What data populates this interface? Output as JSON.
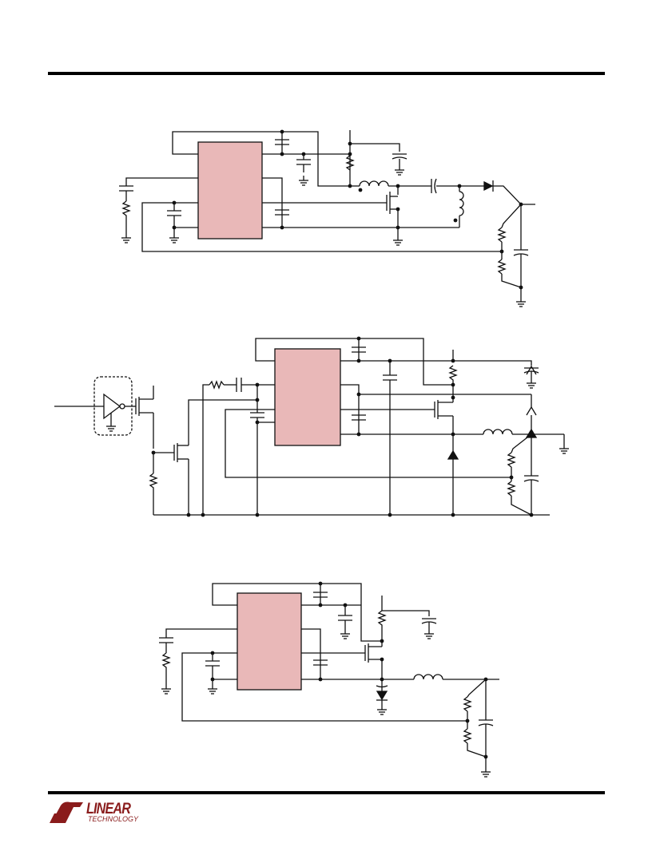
{
  "page": {
    "top_rule": true,
    "bottom_rule": true
  },
  "colors": {
    "ic_fill": "#e9b8b8",
    "line": "#111111",
    "logo": "#8a1c1c"
  },
  "logo": {
    "line1": "LINEAR",
    "line2": "TECHNOLOGY"
  },
  "figures": [
    {
      "name": "circuit-1",
      "ic": true
    },
    {
      "name": "circuit-2",
      "ic": true,
      "has_dashed_inverter_block": true
    },
    {
      "name": "circuit-3",
      "ic": true
    }
  ]
}
